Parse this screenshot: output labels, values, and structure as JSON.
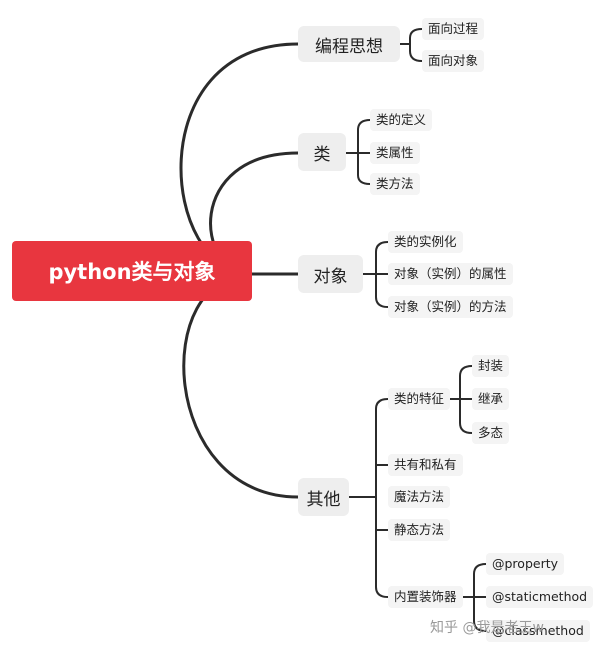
{
  "diagram": {
    "root": "python类与对象",
    "branches": [
      {
        "label": "编程思想",
        "children": [
          {
            "label": "面向过程"
          },
          {
            "label": "面向对象"
          }
        ]
      },
      {
        "label": "类",
        "children": [
          {
            "label": "类的定义"
          },
          {
            "label": "类属性"
          },
          {
            "label": "类方法"
          }
        ]
      },
      {
        "label": "对象",
        "children": [
          {
            "label": "类的实例化"
          },
          {
            "label": "对象（实例）的属性"
          },
          {
            "label": "对象（实例）的方法"
          }
        ]
      },
      {
        "label": "其他",
        "children": [
          {
            "label": "类的特征",
            "children": [
              {
                "label": "封装"
              },
              {
                "label": "继承"
              },
              {
                "label": "多态"
              }
            ]
          },
          {
            "label": "共有和私有"
          },
          {
            "label": "魔法方法"
          },
          {
            "label": "静态方法"
          },
          {
            "label": "内置装饰器",
            "children": [
              {
                "label": "@property"
              },
              {
                "label": "@staticmethod"
              },
              {
                "label": "@classmethod"
              }
            ]
          }
        ]
      }
    ]
  },
  "watermark": "知乎 @我是老王w",
  "colors": {
    "root": "#e8363f",
    "line": "#2b2b2b",
    "node_bg": "#eeeeee"
  }
}
